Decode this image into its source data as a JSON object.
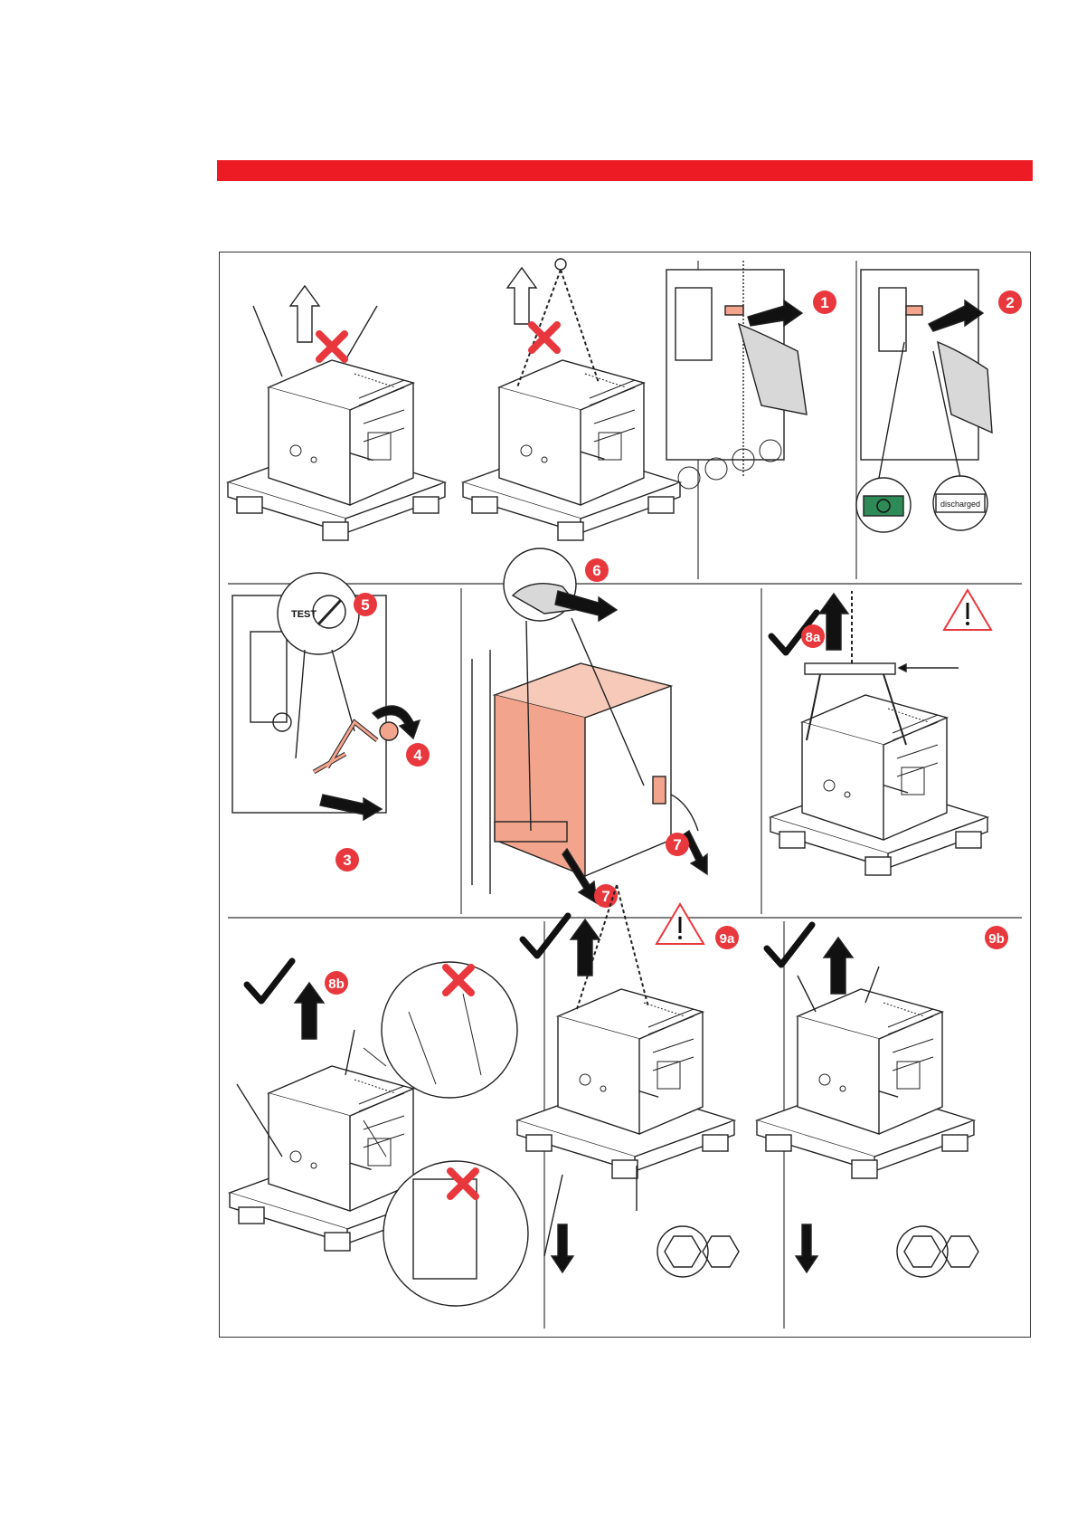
{
  "header": {
    "bar_color": "#ed1c24"
  },
  "figure": {
    "steps": {
      "s1": "1",
      "s2": "2",
      "s3": "3",
      "s4": "4",
      "s5": "5",
      "s6": "6",
      "s7a": "7",
      "s7b": "7",
      "s8a": "8a",
      "s8b": "8b",
      "s9a": "9a",
      "s9b": "9b"
    },
    "switch_label": "TEST",
    "indicator_text": "discharged",
    "colors": {
      "accent": "#e8383d",
      "highlight": "#f2a58c",
      "indicator_green": "#2e8b57",
      "line": "#222222"
    },
    "icons": [
      "forbidden-cross-icon",
      "check-mark-icon",
      "warning-triangle-icon",
      "arrow-up-icon",
      "hexagon-nut-icon"
    ]
  }
}
